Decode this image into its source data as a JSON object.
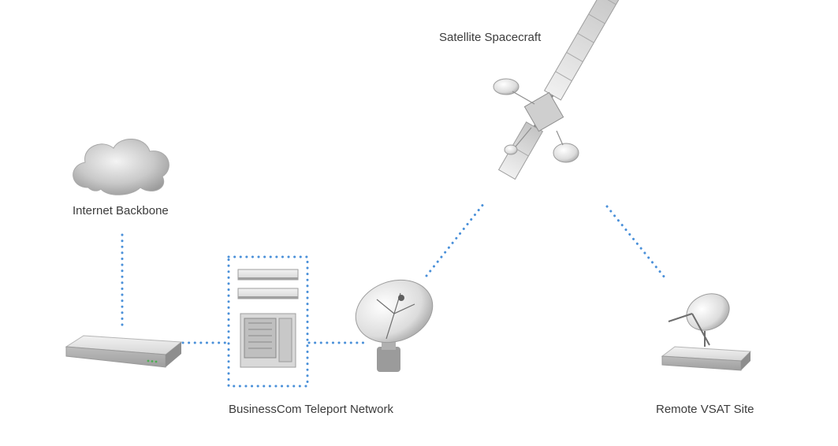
{
  "nodes": {
    "internet": {
      "label": "Internet Backbone",
      "icon": "cloud-icon"
    },
    "satellite": {
      "label": "Satellite Spacecraft",
      "icon": "satellite-icon"
    },
    "teleport": {
      "label": "BusinessCom Teleport Network",
      "icon": "server-rack-icon"
    },
    "remote": {
      "label": "Remote VSAT Site",
      "icon": "vsat-dish-icon"
    }
  },
  "colors": {
    "link": "#4a90d9",
    "device": "#e2e2e2",
    "text": "#3c3c3c"
  }
}
